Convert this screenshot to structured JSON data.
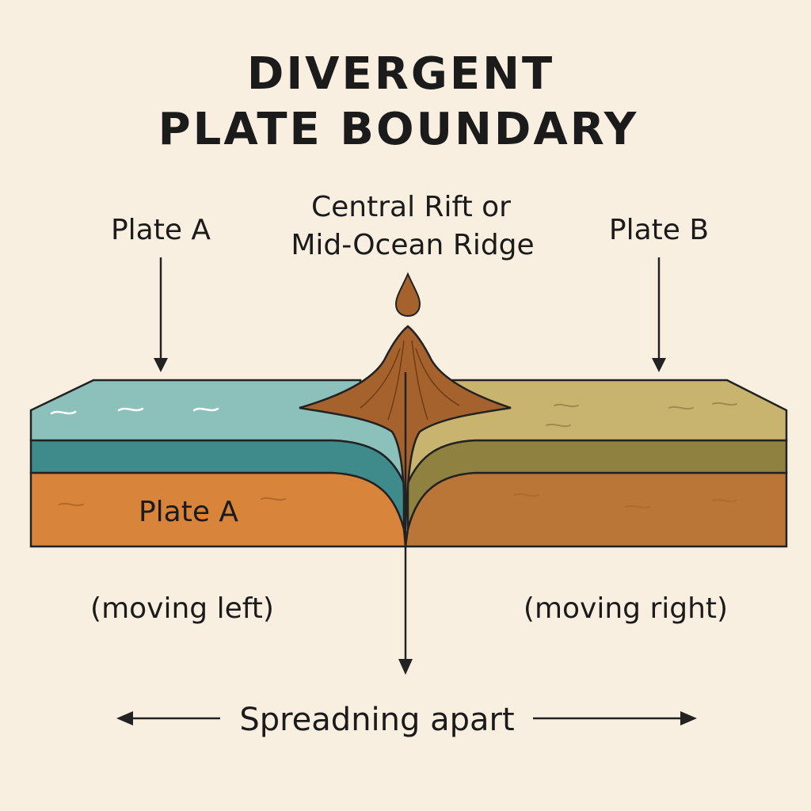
{
  "title": {
    "line1": "DIVERGENT",
    "line2": "PLATE BOUNDARY"
  },
  "labels": {
    "plate_a_top": "Plate A",
    "plate_b_top": "Plate B",
    "rift_line1": "Central Rift or",
    "rift_line2": "Mid-Ocean Ridge",
    "plate_a_body": "Plate A",
    "moving_left": "(moving left)",
    "moving_right": "(moving right)",
    "spreading": "Spreadning apart"
  },
  "colors": {
    "background": "#f8efe1",
    "ocean": "#8cc0bb",
    "ocean_deep": "#3f8b8c",
    "mantle_left": "#d8843a",
    "land": "#c8b46e",
    "land_deep": "#8f8140",
    "mantle_right": "#b97636",
    "magma": "#a6622c",
    "outline": "#222222"
  }
}
